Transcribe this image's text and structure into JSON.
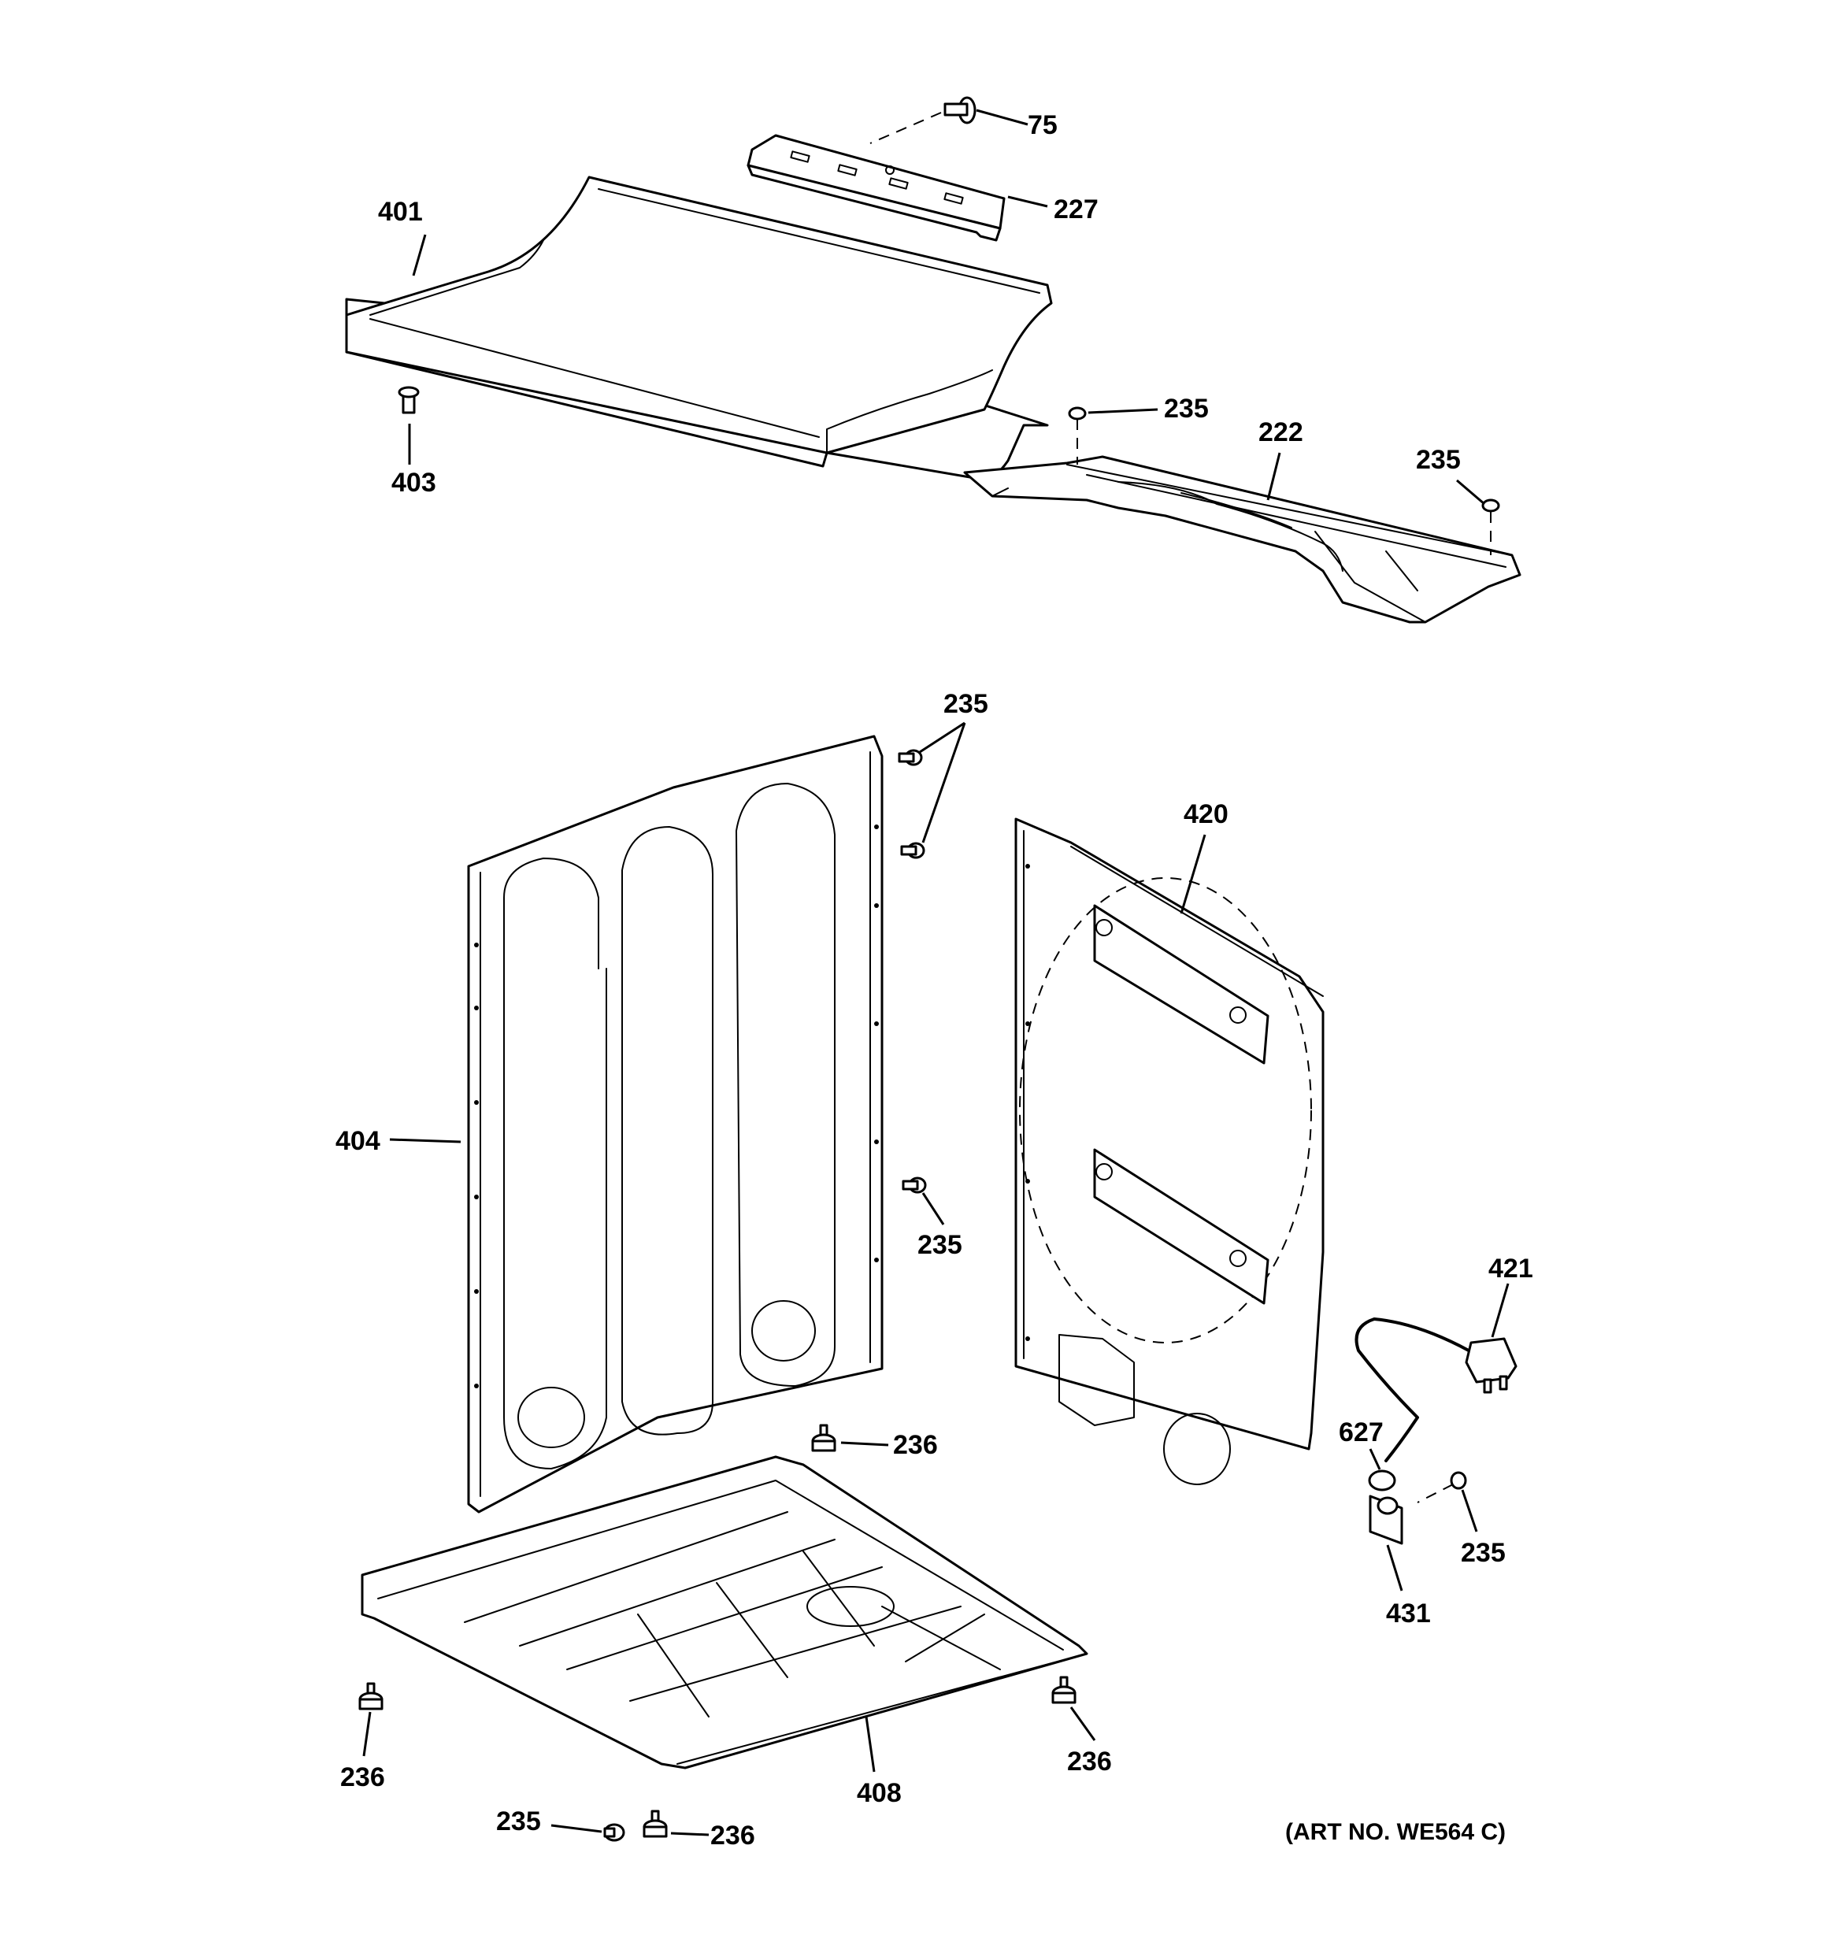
{
  "diagram": {
    "art_number": "(ART NO. WE564 C)",
    "callouts": {
      "c75": "75",
      "c227": "227",
      "c401": "401",
      "c403": "403",
      "c235_rail_left": "235",
      "c222": "222",
      "c235_rail_right": "235",
      "c235_panel_top": "235",
      "c420": "420",
      "c404": "404",
      "c235_panel_side": "235",
      "c421": "421",
      "c236_base_top": "236",
      "c627": "627",
      "c235_bracket": "235",
      "c431": "431",
      "c236_base_left": "236",
      "c236_base_right": "236",
      "c408": "408",
      "c235_bottom": "235",
      "c236_bottom": "236"
    }
  }
}
